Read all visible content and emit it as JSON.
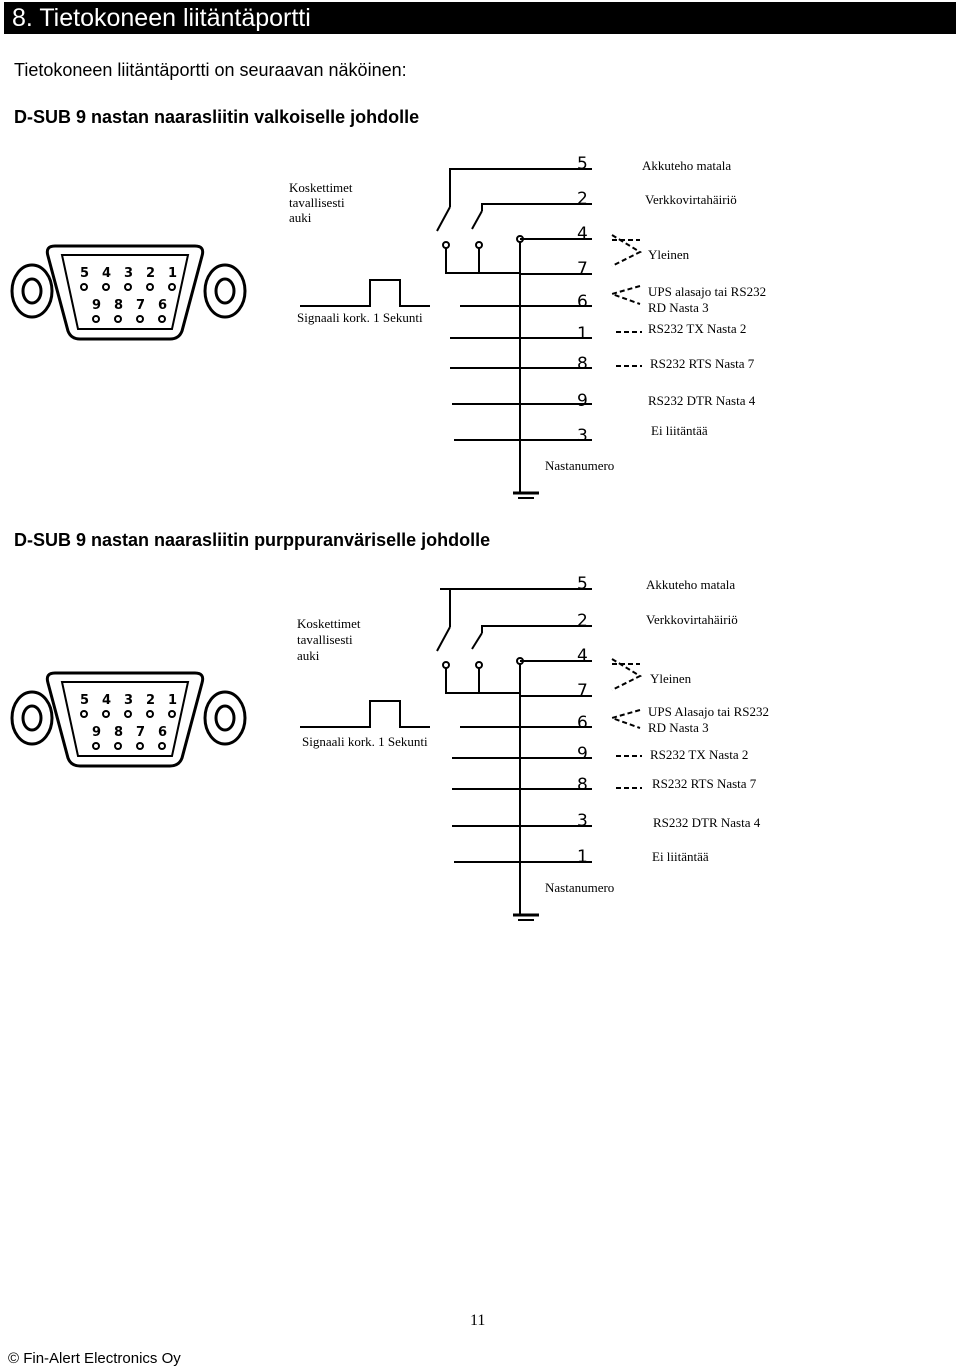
{
  "header": {
    "title": "8. Tietokoneen liitäntäportti"
  },
  "intro": "Tietokoneen liitäntäportti on seuraavan näköinen:",
  "diagrams": [
    {
      "title": "D-SUB 9 nastan naarasliitin valkoiselle johdolle",
      "connector_top_pins": [
        "5",
        "4",
        "3",
        "2",
        "1"
      ],
      "connector_bottom_pins": [
        "9",
        "8",
        "7",
        "6"
      ],
      "contacts_label": [
        "Koskettimet",
        "tavallisesti",
        "auki"
      ],
      "signal_label": "Signaali kork. 1 Sekunti",
      "pin_numbers": [
        "5",
        "2",
        "4",
        "7",
        "6",
        "1",
        "8",
        "9",
        "3"
      ],
      "signals": [
        "Akkuteho matala",
        "Verkkovirtahäiriö",
        "Yleinen",
        "UPS alasajo tai RS232",
        "RD Nasta 3",
        "RS232 TX Nasta 2",
        "RS232 RTS Nasta 7",
        "RS232 DTR Nasta 4",
        "Ei liitäntää"
      ],
      "pin_number_caption": "Nastanumero"
    },
    {
      "title": "D-SUB 9 nastan naarasliitin purppuranväriselle johdolle",
      "connector_top_pins": [
        "5",
        "4",
        "3",
        "2",
        "1"
      ],
      "connector_bottom_pins": [
        "9",
        "8",
        "7",
        "6"
      ],
      "contacts_label": [
        "Koskettimet",
        "tavallisesti",
        "auki"
      ],
      "signal_label": "Signaali kork. 1 Sekunti",
      "pin_numbers": [
        "5",
        "2",
        "4",
        "7",
        "6",
        "9",
        "8",
        "3",
        "1"
      ],
      "signals": [
        "Akkuteho matala",
        "Verkkovirtahäiriö",
        "Yleinen",
        "UPS Alasajo tai RS232",
        "RD Nasta 3",
        "RS232 TX Nasta 2",
        "RS232 RTS Nasta 7",
        "RS232 DTR Nasta 4",
        "Ei liitäntää"
      ],
      "pin_number_caption": "Nastanumero"
    }
  ],
  "page_number": "11",
  "footer": "© Fin-Alert Electronics Oy"
}
